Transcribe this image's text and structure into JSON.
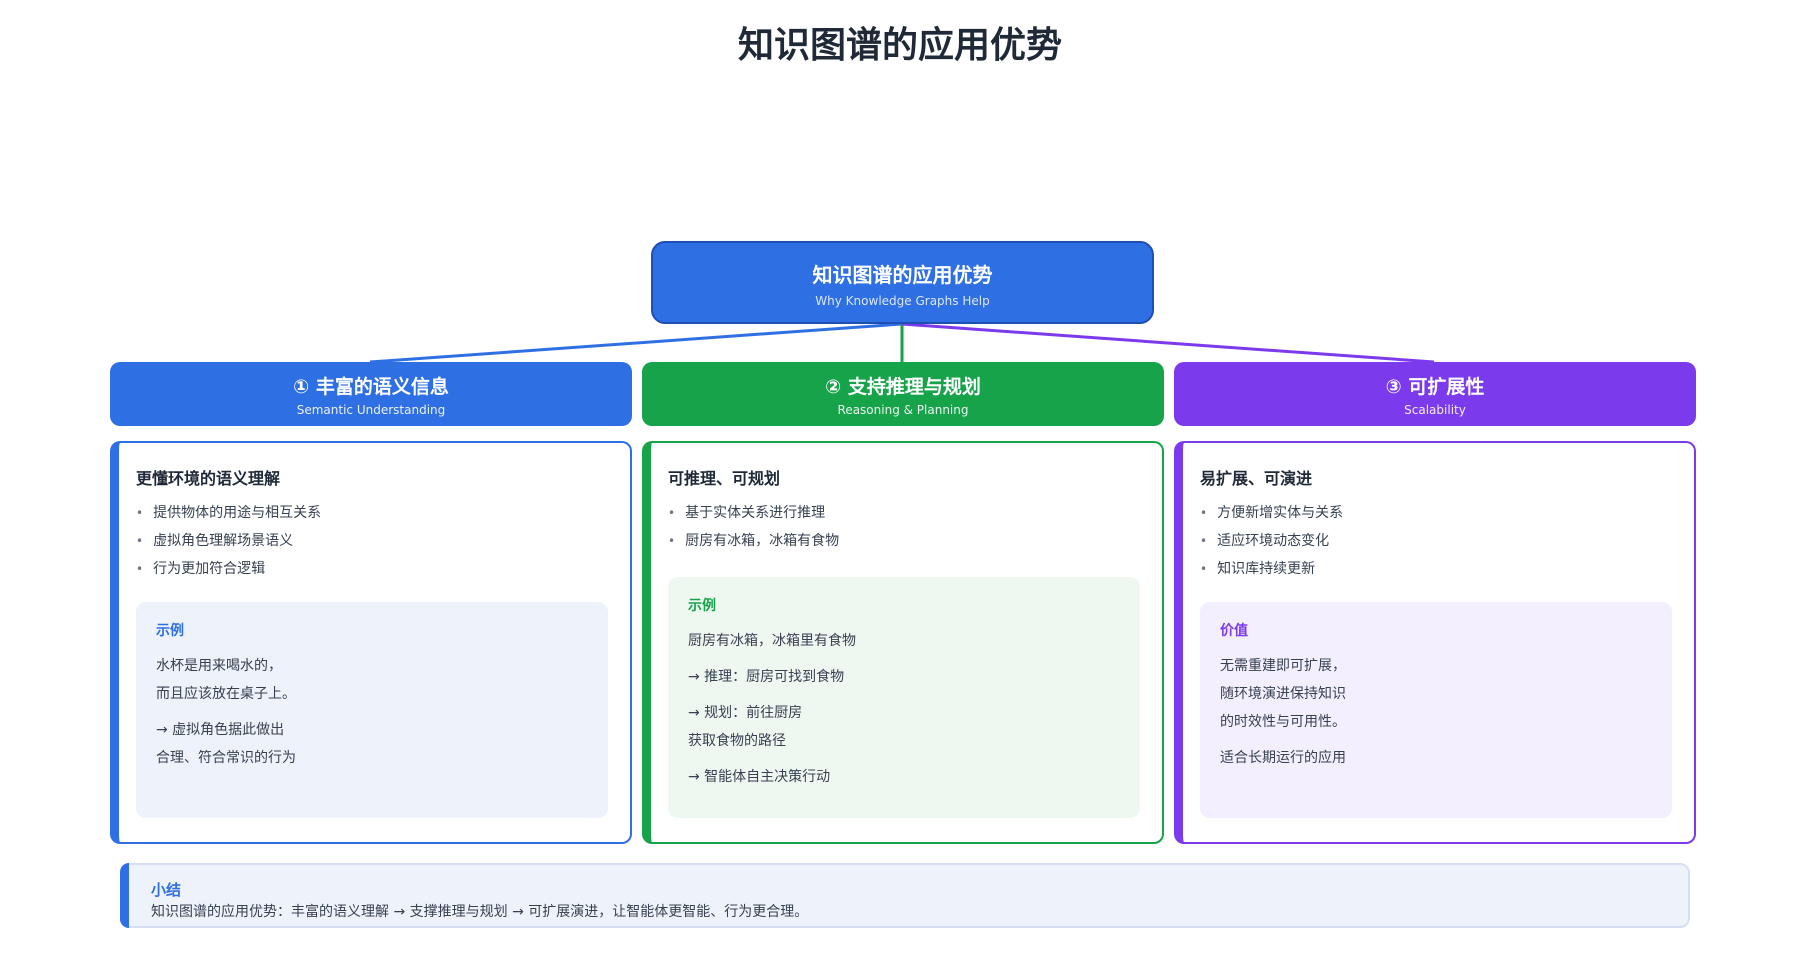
{
  "page": {
    "title": "知识图谱的应用优势"
  },
  "root": {
    "title": "知识图谱的应用优势",
    "subtitle": "Why Knowledge Graphs Help"
  },
  "colors": {
    "blue": "#2f6fe4",
    "green": "#17a34a",
    "purple": "#7c3aed"
  },
  "columns": [
    {
      "head_title": "① 丰富的语义信息",
      "head_subtitle": "Semantic Understanding",
      "card_title": "更懂环境的语义理解",
      "bullets": [
        "提供物体的用途与相互关系",
        "虚拟角色理解场景语义",
        "行为更加符合逻辑"
      ],
      "box_title": "示例",
      "box_lines": [
        "水杯是用来喝水的，",
        "而且应该放在桌子上。",
        "",
        "→ 虚拟角色据此做出",
        "合理、符合常识的行为"
      ]
    },
    {
      "head_title": "② 支持推理与规划",
      "head_subtitle": "Reasoning & Planning",
      "card_title": "可推理、可规划",
      "bullets": [
        "基于实体关系进行推理",
        "厨房有冰箱，冰箱有食物"
      ],
      "box_title": "示例",
      "box_lines": [
        "厨房有冰箱，冰箱里有食物",
        "",
        "→ 推理：厨房可找到食物",
        "",
        "→ 规划：前往厨房",
        "获取食物的路径",
        "",
        "→ 智能体自主决策行动"
      ]
    },
    {
      "head_title": "③ 可扩展性",
      "head_subtitle": "Scalability",
      "card_title": "易扩展、可演进",
      "bullets": [
        "方便新增实体与关系",
        "适应环境动态变化",
        "知识库持续更新"
      ],
      "box_title": "价值",
      "box_lines": [
        "无需重建即可扩展，",
        "随环境演进保持知识",
        "的时效性与可用性。",
        "",
        "适合长期运行的应用"
      ]
    }
  ],
  "summary": {
    "title": "小结",
    "text": "知识图谱的应用优势：丰富的语义理解 → 支撑推理与规划 → 可扩展演进，让智能体更智能、行为更合理。"
  }
}
